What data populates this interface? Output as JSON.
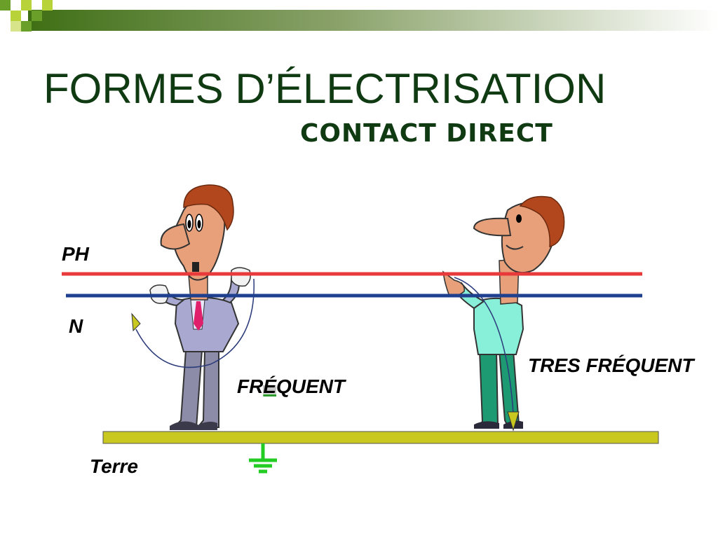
{
  "slide": {
    "title": "FORMES D’ÉLECTRISATION",
    "subtitle": "CONTACT DIRECT"
  },
  "diagram": {
    "wire_phase_label": "PH",
    "wire_neutral_label": "N",
    "ground_label": "Terre",
    "case_left_label_pre": "FR",
    "case_left_label_accent": "É",
    "case_left_label_post": "QUENT",
    "case_right_label": "TRES FRÉQUENT"
  },
  "colors": {
    "title": "#0f3a12",
    "phase_wire": "#e83a3a",
    "neutral_wire": "#1f3f8f",
    "ground_bar": "#c8c820",
    "ground_symbol": "#22cc22",
    "header_green": "#4a7a1c"
  }
}
